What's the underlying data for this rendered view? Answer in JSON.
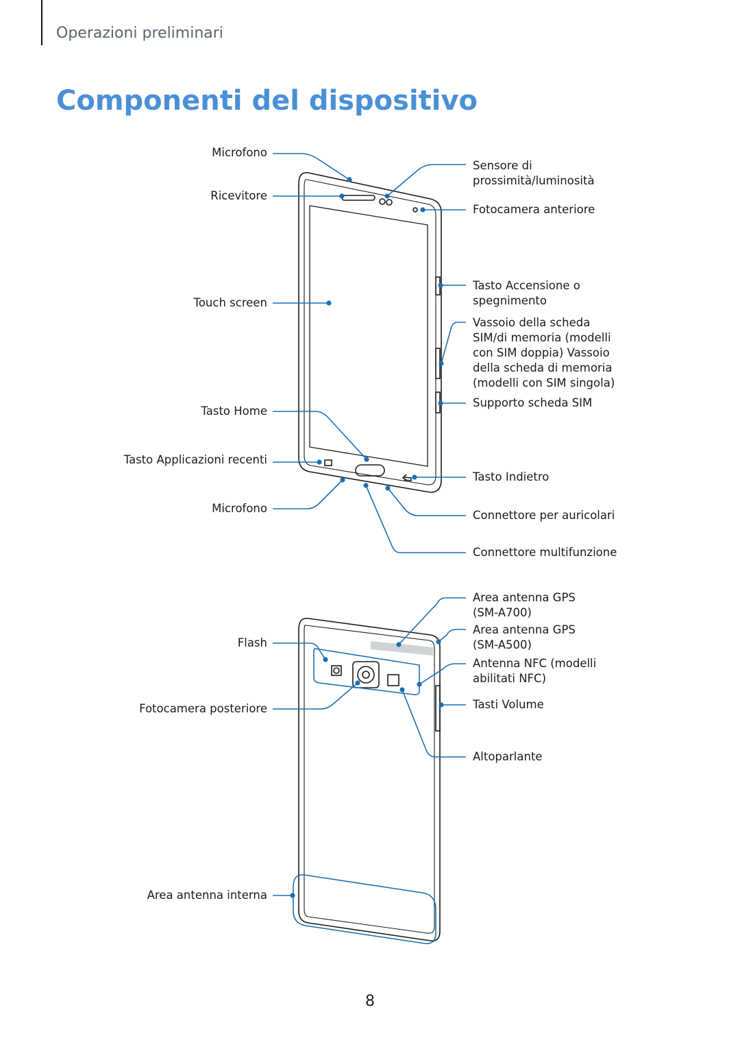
{
  "header": {
    "section": "Operazioni preliminari",
    "title": "Componenti del dispositivo"
  },
  "front_labels": {
    "microfono_top": "Microfono",
    "ricevitore": "Ricevitore",
    "touch_screen": "Touch screen",
    "tasto_home": "Tasto Home",
    "tasto_app_recenti": "Tasto Applicazioni recenti",
    "microfono_bottom": "Microfono",
    "sensore_1": "Sensore di",
    "sensore_2": "prossimità/luminosità",
    "fotocamera_anteriore": "Fotocamera anteriore",
    "tasto_accensione_1": "Tasto Accensione o",
    "tasto_accensione_2": "spegnimento",
    "vassoio_1": "Vassoio della scheda",
    "vassoio_2": "SIM/di memoria (modelli",
    "vassoio_3": "con SIM doppia) Vassoio",
    "vassoio_4": "della scheda di memoria",
    "vassoio_5": "(modelli con SIM singola)",
    "supporto_sim": "Supporto scheda SIM",
    "tasto_indietro": "Tasto Indietro",
    "connettore_auricolari": "Connettore per auricolari",
    "connettore_multifunzione": "Connettore multifunzione"
  },
  "back_labels": {
    "flash": "Flash",
    "fotocamera_posteriore": "Fotocamera posteriore",
    "area_antenna_interna": "Area antenna interna",
    "gps_a700_1": "Area antenna GPS",
    "gps_a700_2": "(SM-A700)",
    "gps_a500_1": "Area antenna GPS",
    "gps_a500_2": "(SM-A500)",
    "nfc_1": "Antenna NFC (modelli",
    "nfc_2": "abilitati NFC)",
    "tasti_volume": "Tasti Volume",
    "altoparlante": "Altoparlante"
  },
  "colors": {
    "accent": "#4a90d6",
    "leader": "#1a6fb3",
    "outline": "#1a1a1a"
  },
  "page_number": "8"
}
